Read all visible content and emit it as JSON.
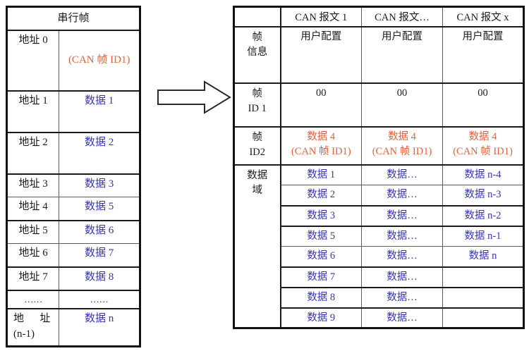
{
  "diagram": {
    "arrow": {
      "name": "right-block-arrow",
      "direction": "right"
    }
  },
  "serial_frame_table": {
    "title": "串行帧",
    "rows": [
      {
        "address": "地址 0",
        "data": "(CAN 帧 ID1)",
        "data_color": "orange",
        "tall": true
      },
      {
        "address": "地址 1",
        "data": "数据 1",
        "data_color": "blue",
        "tall": true
      },
      {
        "address": "地址 2",
        "data": "数据 2",
        "data_color": "blue",
        "tall": true
      },
      {
        "address": "地址 3",
        "data": "数据 3",
        "data_color": "blue",
        "tall": false
      },
      {
        "address": "地址 4",
        "data": "数据 5",
        "data_color": "blue",
        "tall": false
      },
      {
        "address": "地址 5",
        "data": "数据 6",
        "data_color": "blue",
        "tall": false
      },
      {
        "address": "地址 6",
        "data": "数据 7",
        "data_color": "blue",
        "tall": false
      },
      {
        "address": "地址 7",
        "data": "数据 8",
        "data_color": "blue",
        "tall": false
      },
      {
        "address": "……",
        "data": "……",
        "data_color": "dark",
        "tall": false
      },
      {
        "address": "地 址 (n-1)",
        "address_line1": "地 址",
        "address_line2": "(n-1)",
        "data": "数据 n",
        "data_color": "blue",
        "tall": true
      }
    ]
  },
  "can_message_table": {
    "corner_label": "",
    "columns": [
      "CAN 报文 1",
      "CAN 报文…",
      "CAN 报文 x"
    ],
    "sections": [
      {
        "label_line1": "帧",
        "label_line2": "信息",
        "values": [
          "用户配置",
          "用户配置",
          "用户配置"
        ],
        "value_color": "dark"
      },
      {
        "label_line1": "帧",
        "label_line2": "ID 1",
        "values": [
          "00",
          "00",
          "00"
        ],
        "value_color": "dark"
      },
      {
        "label_line1": "帧",
        "label_line2": "ID2",
        "values": [
          "数据 4",
          "数据 4",
          "数据 4"
        ],
        "values_sub": [
          "(CAN 帧 ID1)",
          "(CAN 帧 ID1)",
          "(CAN 帧 ID1)"
        ],
        "value_color": "orange"
      }
    ],
    "data_field": {
      "label_line1": "数据",
      "label_line2": "域",
      "rows": [
        [
          "数据 1",
          "数据…",
          "数据 n-4"
        ],
        [
          "数据 2",
          "数据…",
          "数据 n-3"
        ],
        [
          "数据 3",
          "数据…",
          "数据 n-2"
        ],
        [
          "数据 5",
          "数据…",
          "数据 n-1"
        ],
        [
          "数据 6",
          "数据…",
          "数据 n"
        ],
        [
          "数据 7",
          "数据…",
          ""
        ],
        [
          "数据 8",
          "数据…",
          ""
        ],
        [
          "数据 9",
          "数据…",
          ""
        ]
      ],
      "value_color": "blue"
    }
  },
  "colors": {
    "blue": "#3434c4",
    "orange": "#ee5f33",
    "dark": "#1a1a1a",
    "border_heavy": "#111111",
    "border_light": "#5c5c5c"
  }
}
